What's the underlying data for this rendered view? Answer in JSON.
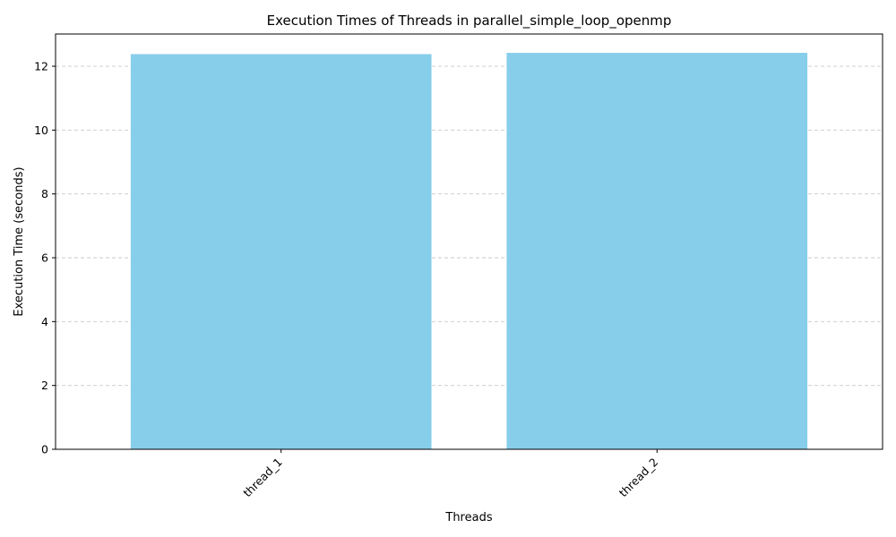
{
  "chart_data": {
    "type": "bar",
    "title": "Execution Times of Threads in parallel_simple_loop_openmp",
    "xlabel": "Threads",
    "ylabel": "Execution Time (seconds)",
    "categories": [
      "thread_1",
      "thread_2"
    ],
    "values": [
      12.38,
      12.42
    ],
    "ylim": [
      0,
      13.01
    ],
    "yticks": [
      0,
      2,
      4,
      6,
      8,
      10,
      12
    ],
    "ytick_labels": [
      "0",
      "2",
      "4",
      "6",
      "8",
      "10",
      "12"
    ],
    "grid": {
      "axis": "y",
      "style": "dashed"
    },
    "x_tick_rotation": 45,
    "colors": {
      "bar": "#87ceeb",
      "grid": "#c8c8c8",
      "axis": "#000000"
    }
  }
}
